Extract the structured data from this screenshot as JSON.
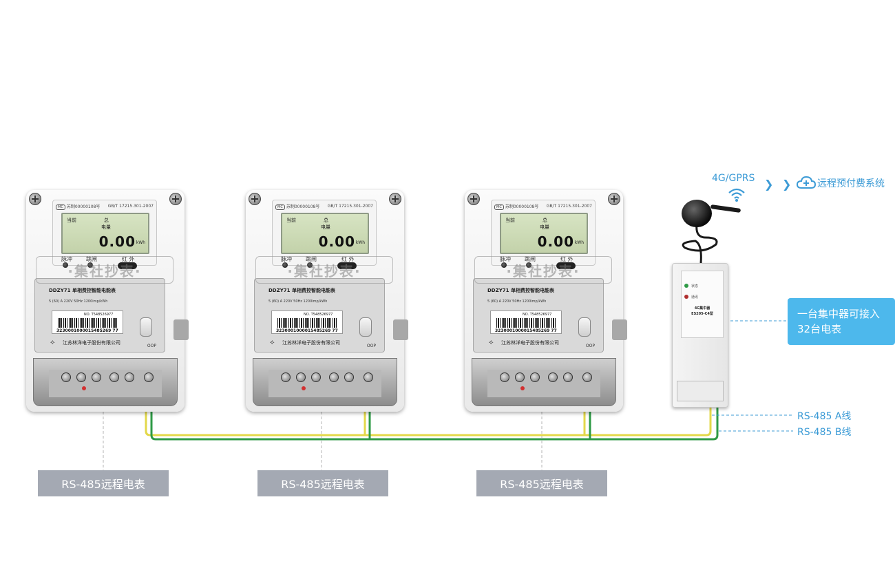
{
  "meter": {
    "lcd_top_left": "当前",
    "lcd_top_center": "总",
    "lcd_label": "电量",
    "lcd_value": "0.00",
    "lcd_unit": "kWh",
    "ind_pulse": "脉冲",
    "ind_trip": "跳闸",
    "ind_ir": "红 外",
    "header_left": "苏制00000108号",
    "header_mc": "MC",
    "header_right": "GB/T 17215.301-2007",
    "watermark": "·集社抄表·",
    "model": "DDZY71 单相费控智能电能表",
    "spec": "5 (60) A 220V 50Hz 1200imp/kWh",
    "serial_no": "NO. T548526977",
    "barcode_text": "3230001000015485269 77",
    "company": "江苏林洋电子股份有限公司",
    "oop": "OOP"
  },
  "meter_tags": [
    "RS-485远程电表",
    "RS-485远程电表",
    "RS-485远程电表"
  ],
  "collector": {
    "led_status": "状态",
    "led_comm": "通讯",
    "name": "4G集中器",
    "model": "ES205-C4型"
  },
  "comm": {
    "network_label": "4G/GPRS",
    "system_label": "远程预付费系统",
    "network_icon": "wifi-icon",
    "system_icon": "cloud-icon"
  },
  "callout": {
    "line1": "一台集中器可接入",
    "line2": "32台电表"
  },
  "bus": {
    "line_a_label": "RS-485 A线",
    "line_b_label": "RS-485 B线",
    "line_a_color": "#e3d84a",
    "line_b_color": "#2e9a45"
  },
  "colors": {
    "accent": "#3c9bd6",
    "callout_bg": "#4db8ec",
    "tag_bg": "#a4a9b3"
  }
}
